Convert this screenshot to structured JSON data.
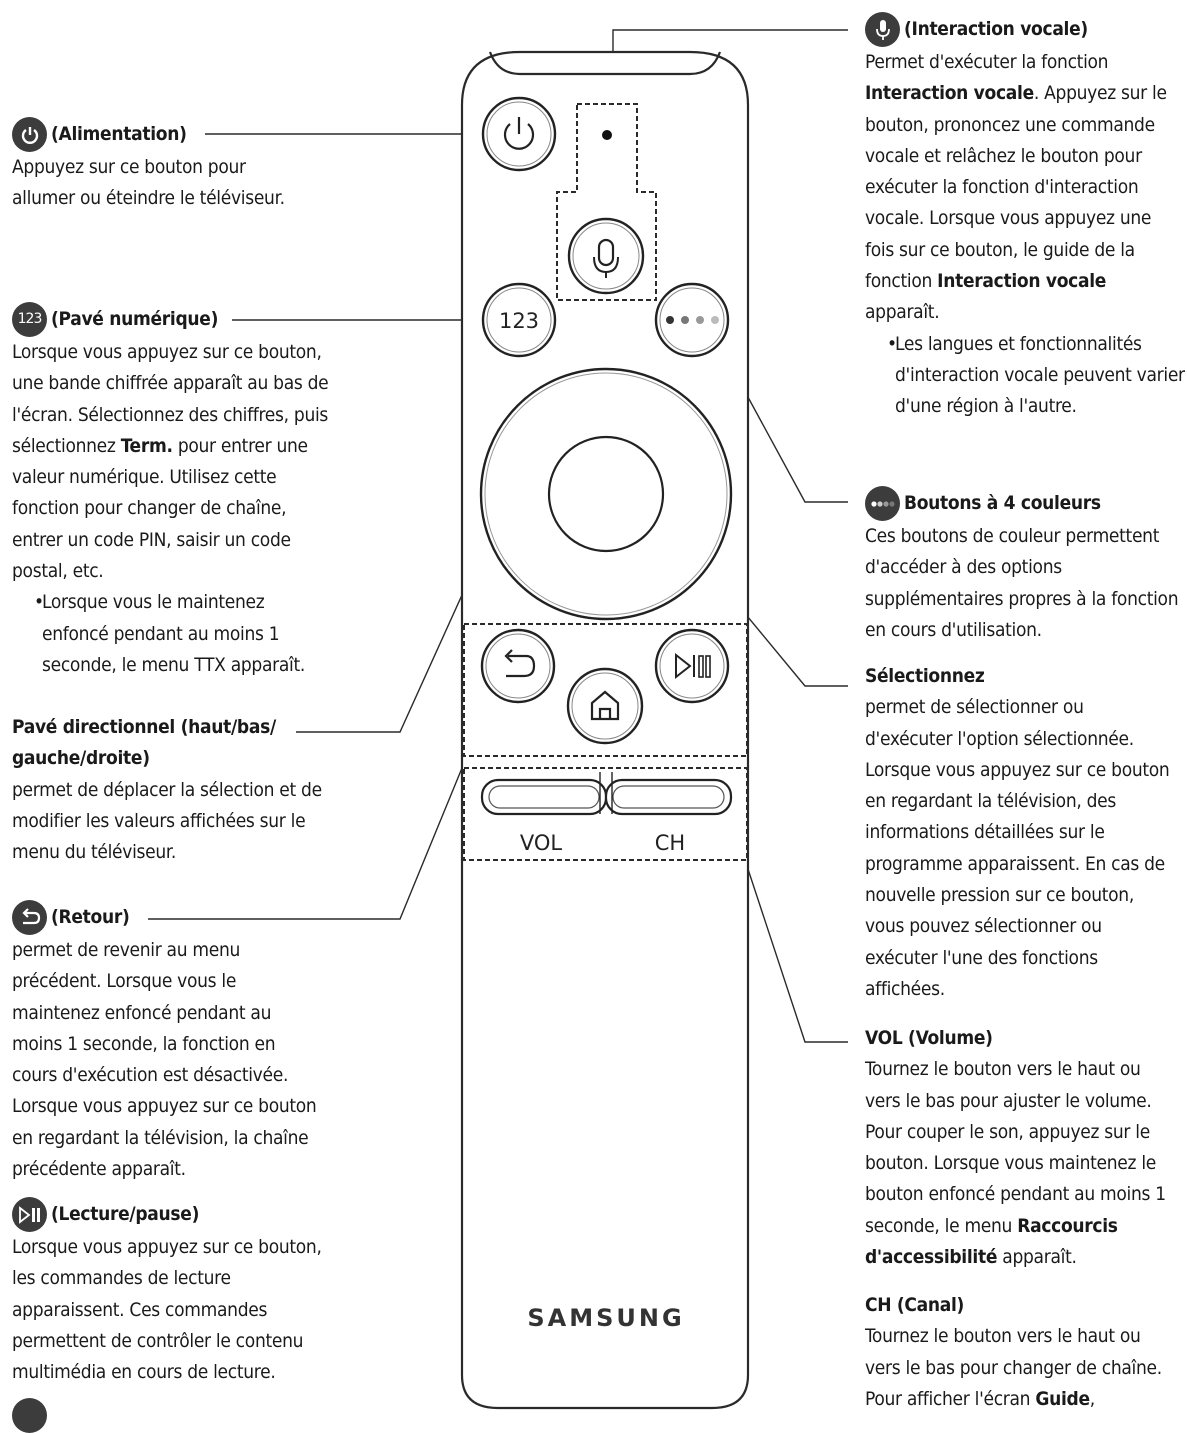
{
  "left": {
    "power": {
      "title": "(Alimentation)",
      "desc": "Appuyez sur ce bouton pour allumer ou éteindre le téléviseur.",
      "icon": "power-icon"
    },
    "numpad": {
      "badge": "123",
      "title": "(Pavé numérique)",
      "desc_pre": "Lorsque vous appuyez sur ce bouton, une bande chiffrée apparaît au bas de l'écran. Sélectionnez des chiffres, puis sélectionnez ",
      "desc_bold": "Term.",
      "desc_post": " pour entrer une valeur numérique. Utilisez cette fonction pour changer de chaîne, entrer un code PIN, saisir un code postal, etc.",
      "bullet": "Lorsque vous le maintenez enfoncé pendant au moins 1 seconde, le menu TTX apparaît."
    },
    "dpad": {
      "title": "Pavé directionnel (haut/bas/ gauche/droite)",
      "desc": "permet de déplacer la sélection et de modifier les valeurs affichées sur le menu du téléviseur."
    },
    "back": {
      "title": "(Retour)",
      "desc": "permet de revenir au menu précédent. Lorsque vous le maintenez enfoncé pendant au moins 1 seconde, la fonction en cours d'exécution est désactivée. Lorsque vous appuyez sur ce bouton en regardant la télévision, la chaîne précédente apparaît.",
      "icon": "back-icon"
    },
    "playpause": {
      "title": "(Lecture/pause)",
      "desc": "Lorsque vous appuyez sur ce bouton, les commandes de lecture apparaissent. Ces commandes permettent de contrôler le contenu multimédia en cours de lecture.",
      "icon": "play-pause-icon"
    },
    "home_icon": "home-icon"
  },
  "right": {
    "voice": {
      "title": "(Interaction vocale)",
      "desc_1": "Permet d'exécuter la fonction ",
      "desc_b1": "Interaction vocale",
      "desc_2": ". Appuyez sur le bouton, prononcez une commande vocale et relâchez le bouton pour exécuter la fonction d'interaction vocale. Lorsque vous appuyez une fois sur ce bouton, le guide de la fonction ",
      "desc_b2": "Interaction vocale",
      "desc_3": " apparaît.",
      "bullet": "Les langues et fonctionnalités d'interaction vocale peuvent varier d'une région à l'autre.",
      "icon": "microphone-icon"
    },
    "colors": {
      "title": "Boutons à 4 couleurs",
      "desc": "Ces boutons de couleur permettent d'accéder à des options supplémentaires propres à la fonction en cours d'utilisation.",
      "icon": "color-dots-icon"
    },
    "select": {
      "title": "Sélectionnez",
      "desc": "permet de sélectionner ou d'exécuter l'option sélectionnée. Lorsque vous appuyez sur ce bouton en regardant la télévision, des informations détaillées sur le programme apparaissent. En cas de nouvelle pression sur ce bouton, vous pouvez sélectionner ou exécuter l'une des fonctions affichées."
    },
    "vol": {
      "title": "VOL (Volume)",
      "desc_1": "Tournez le bouton vers le haut ou vers le bas pour ajuster le volume. Pour couper le son, appuyez sur le bouton. Lorsque vous maintenez le bouton enfoncé pendant au moins 1 seconde, le menu ",
      "desc_b": "Raccourcis d'accessibilité",
      "desc_2": " apparaît."
    },
    "ch": {
      "title": "CH (Canal)",
      "desc_1": "Tournez le bouton vers le haut ou vers le bas pour changer de chaîne. Pour afficher l'écran ",
      "desc_b": "Guide",
      "desc_2": ","
    }
  },
  "remote": {
    "btn_123": "123",
    "vol_label": "VOL",
    "ch_label": "CH",
    "brand": "SAMSUNG"
  }
}
